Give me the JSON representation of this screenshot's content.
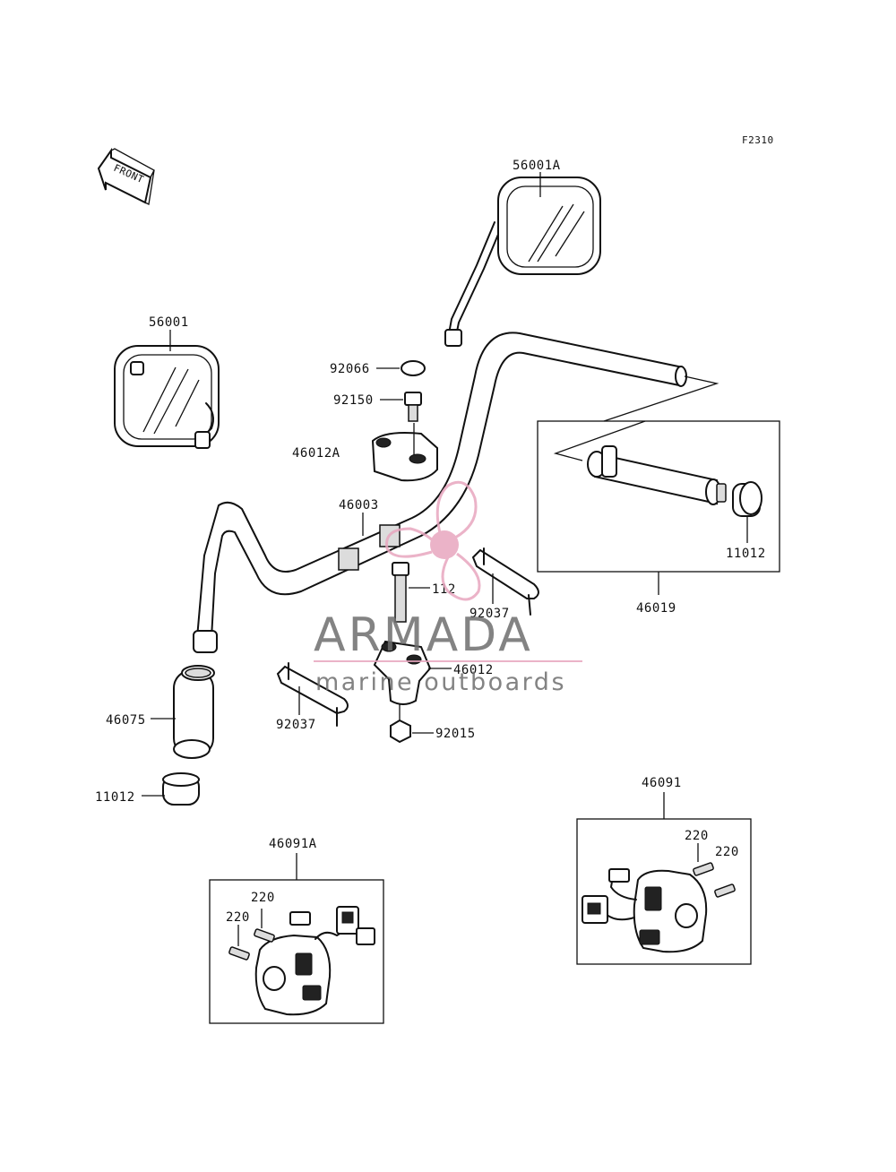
{
  "sheet_code": "F2310",
  "front_arrow_text": "FRONT",
  "watermark": {
    "brand": "ARMADA",
    "tagline": "marine outboards",
    "accent_color": "#e8a6bf"
  },
  "parts": {
    "mirror_right": "56001A",
    "mirror_left": "56001",
    "cap": "92066",
    "bolt_top": "92150",
    "holder_upper": "46012A",
    "handlebar": "46003",
    "bolt_long": "112",
    "holder_lower": "46012",
    "bracket_right": "92037",
    "bracket_left": "92037",
    "nut": "92015",
    "grip_left": "46075",
    "grip_end_left": "11012",
    "grip_end_right": "11012",
    "grip_assembly_right": "46019",
    "switch_right": "46091",
    "switch_left": "46091A",
    "screw_right_a": "220",
    "screw_right_b": "220",
    "screw_left_a": "220",
    "screw_left_b": "220"
  }
}
